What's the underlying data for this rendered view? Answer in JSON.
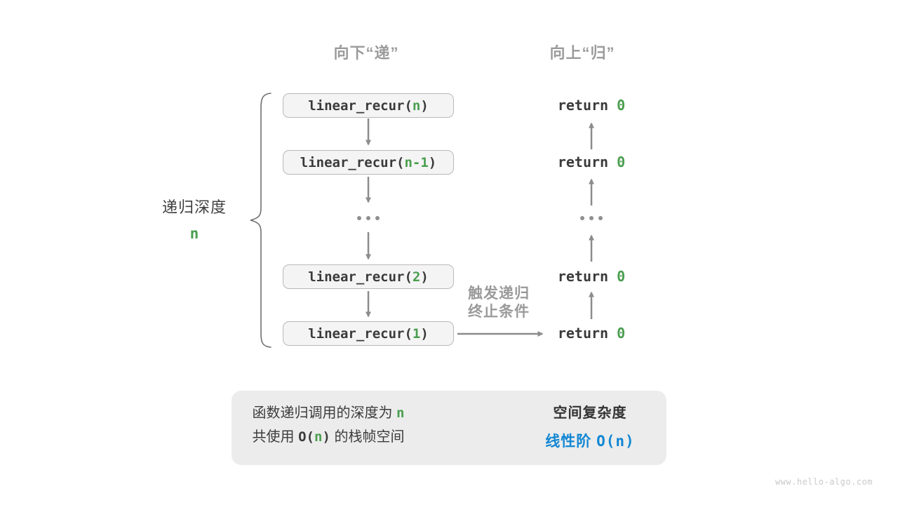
{
  "headers": {
    "descend": "向下“递”",
    "ascend": "向上“归”"
  },
  "depth_brace": {
    "label": "递归深度",
    "value": "n"
  },
  "stack": [
    {
      "pre": "linear_recur(",
      "arg": "n",
      "post": ")"
    },
    {
      "pre": "linear_recur(",
      "arg": "n-1",
      "post": ")"
    },
    {
      "pre": "linear_recur(",
      "arg": "2",
      "post": ")"
    },
    {
      "pre": "linear_recur(",
      "arg": "1",
      "post": ")"
    }
  ],
  "returns": [
    {
      "pre": "return ",
      "val": "0"
    },
    {
      "pre": "return ",
      "val": "0"
    },
    {
      "pre": "return ",
      "val": "0"
    },
    {
      "pre": "return ",
      "val": "0"
    }
  ],
  "ellipsis": "...",
  "trigger": {
    "line1": "触发递归",
    "line2": "终止条件"
  },
  "summary": {
    "left_line1_pre": "函数递归调用的深度为 ",
    "left_line1_n": "n",
    "left_line2_pre": "共使用 ",
    "left_line2_open": "O(",
    "left_line2_n": "n",
    "left_line2_close": ")",
    "left_line2_post": " 的栈帧空间",
    "right_line1": "空间复杂度",
    "right_line2_label": "线性阶 ",
    "right_line2_code": "O(n)"
  },
  "watermark": "www.hello-algo.com",
  "colors": {
    "accent_green": "#4a9e4f",
    "accent_blue": "#1287d3",
    "gray_label": "#9b9b9b",
    "arrow_gray": "#8c8c8c",
    "box_fill": "#f4f4f4",
    "box_border": "#b9b9b9",
    "card_fill": "#ececec"
  }
}
